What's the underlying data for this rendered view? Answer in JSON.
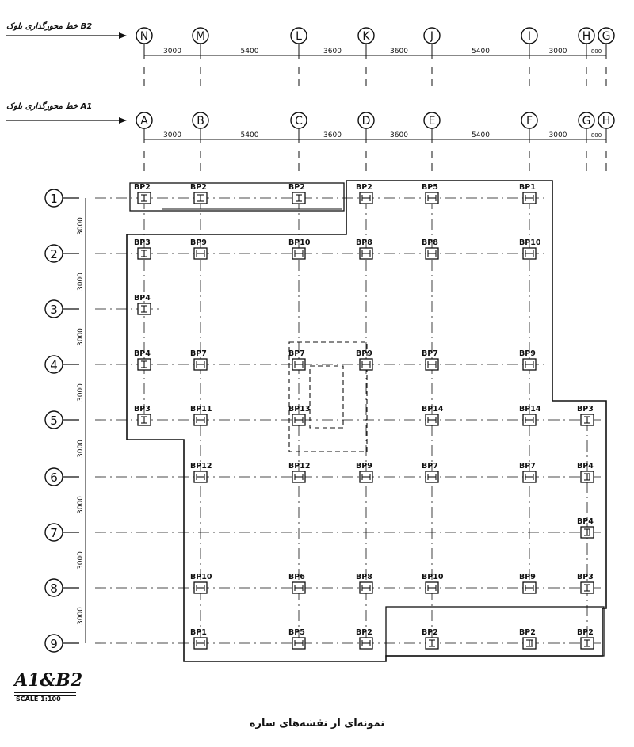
{
  "block_b2": {
    "label": "خط محورگذاری بلوک B2",
    "axes": [
      "N",
      "M",
      "L",
      "K",
      "J",
      "I",
      "H",
      "G"
    ],
    "spacings": [
      "3000",
      "5400",
      "3600",
      "3600",
      "5400",
      "3000",
      "800"
    ]
  },
  "block_a1": {
    "label": "خط محورگذاری بلوک A1",
    "axes": [
      "A",
      "B",
      "C",
      "D",
      "E",
      "F",
      "G",
      "H"
    ],
    "spacings": [
      "3000",
      "5400",
      "3600",
      "3600",
      "5400",
      "3000",
      "800"
    ]
  },
  "rows": {
    "labels": [
      "1",
      "2",
      "3",
      "4",
      "5",
      "6",
      "7",
      "8",
      "9"
    ],
    "spacing": "3000"
  },
  "footings": [
    {
      "label": "BP2",
      "col": 0,
      "row": 0,
      "sym": "I"
    },
    {
      "label": "BP2",
      "col": 1,
      "row": 0,
      "sym": "I"
    },
    {
      "label": "BP2",
      "col": 2,
      "row": 0,
      "sym": "I"
    },
    {
      "label": "BP2",
      "col": 3,
      "row": 0,
      "sym": "H"
    },
    {
      "label": "BP5",
      "col": 4,
      "row": 0,
      "sym": "H"
    },
    {
      "label": "BP1",
      "col": 5,
      "row": 0,
      "sym": "H"
    },
    {
      "label": "BP3",
      "col": 0,
      "row": 1,
      "sym": "I"
    },
    {
      "label": "BP9",
      "col": 1,
      "row": 1,
      "sym": "H"
    },
    {
      "label": "BP10",
      "col": 2,
      "row": 1,
      "sym": "H"
    },
    {
      "label": "BP8",
      "col": 3,
      "row": 1,
      "sym": "H"
    },
    {
      "label": "BP8",
      "col": 4,
      "row": 1,
      "sym": "H"
    },
    {
      "label": "BP10",
      "col": 5,
      "row": 1,
      "sym": "H"
    },
    {
      "label": "BP4",
      "col": 0,
      "row": 2,
      "sym": "I"
    },
    {
      "label": "BP4",
      "col": 0,
      "row": 3,
      "sym": "I"
    },
    {
      "label": "BP7",
      "col": 1,
      "row": 3,
      "sym": "H"
    },
    {
      "label": "BP7",
      "col": 2,
      "row": 3,
      "sym": "H"
    },
    {
      "label": "BP9",
      "col": 3,
      "row": 3,
      "sym": "H"
    },
    {
      "label": "BP7",
      "col": 4,
      "row": 3,
      "sym": "H"
    },
    {
      "label": "BP9",
      "col": 5,
      "row": 3,
      "sym": "H"
    },
    {
      "label": "BP3",
      "col": 0,
      "row": 4,
      "sym": "I"
    },
    {
      "label": "BP11",
      "col": 1,
      "row": 4,
      "sym": "H"
    },
    {
      "label": "BP13",
      "col": 2,
      "row": 4,
      "sym": "H"
    },
    {
      "label": "BP14",
      "col": 4,
      "row": 4,
      "sym": "H"
    },
    {
      "label": "BP14",
      "col": 5,
      "row": 4,
      "sym": "H"
    },
    {
      "label": "BP3",
      "col": 6,
      "row": 4,
      "sym": "I"
    },
    {
      "label": "BP12",
      "col": 1,
      "row": 5,
      "sym": "H"
    },
    {
      "label": "BP12",
      "col": 2,
      "row": 5,
      "sym": "H"
    },
    {
      "label": "BP9",
      "col": 3,
      "row": 5,
      "sym": "H"
    },
    {
      "label": "BP7",
      "col": 4,
      "row": 5,
      "sym": "H"
    },
    {
      "label": "BP7",
      "col": 5,
      "row": 5,
      "sym": "H"
    },
    {
      "label": "BP4",
      "col": 6,
      "row": 5,
      "sym": "II"
    },
    {
      "label": "BP4",
      "col": 6,
      "row": 6,
      "sym": "II"
    },
    {
      "label": "BP10",
      "col": 1,
      "row": 7,
      "sym": "H"
    },
    {
      "label": "BP6",
      "col": 2,
      "row": 7,
      "sym": "H"
    },
    {
      "label": "BP8",
      "col": 3,
      "row": 7,
      "sym": "H"
    },
    {
      "label": "BP10",
      "col": 4,
      "row": 7,
      "sym": "H"
    },
    {
      "label": "BP9",
      "col": 5,
      "row": 7,
      "sym": "H"
    },
    {
      "label": "BP3",
      "col": 6,
      "row": 7,
      "sym": "I"
    },
    {
      "label": "BP1",
      "col": 1,
      "row": 8,
      "sym": "H"
    },
    {
      "label": "BP5",
      "col": 2,
      "row": 8,
      "sym": "H"
    },
    {
      "label": "BP2",
      "col": 3,
      "row": 8,
      "sym": "H"
    },
    {
      "label": "BP2",
      "col": 4,
      "row": 8,
      "sym": "I"
    },
    {
      "label": "BP2",
      "col": 5,
      "row": 8,
      "sym": "II"
    },
    {
      "label": "BP2",
      "col": 6,
      "row": 8,
      "sym": "I"
    }
  ],
  "title": "A1&B2",
  "scale": "SCALE 1:100",
  "caption": "نمونه‌ای از نقشه‌های سازه"
}
